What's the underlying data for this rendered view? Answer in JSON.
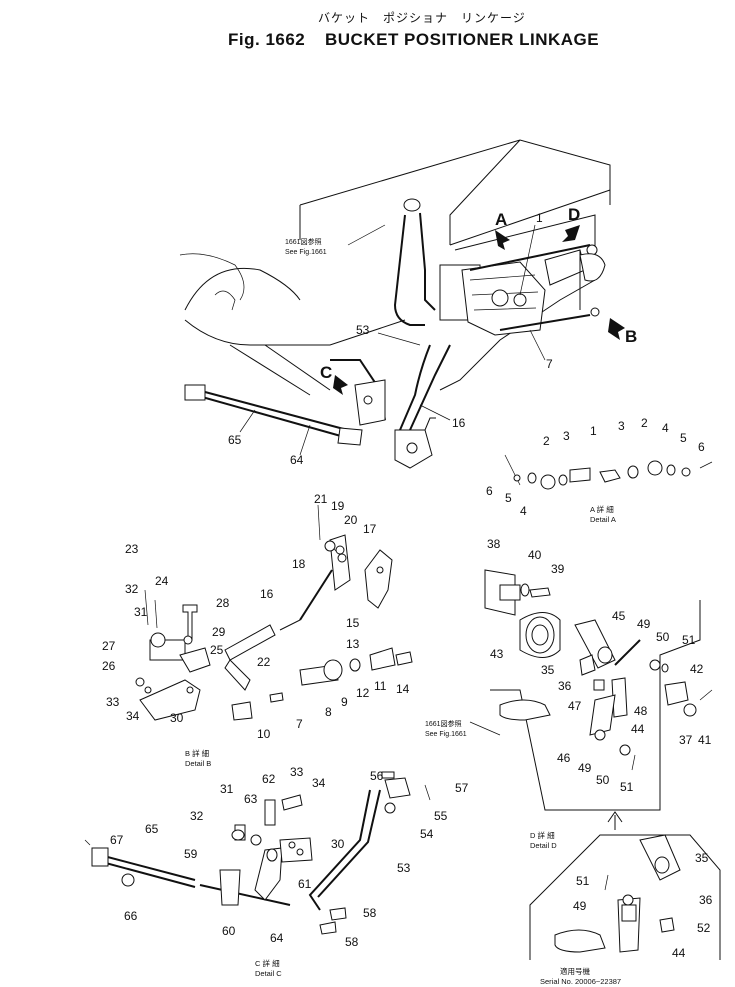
{
  "header": {
    "jp_title": "バケット　ポジショナ　リンケージ",
    "fig_label": "Fig. 1662",
    "title": "BUCKET POSITIONER LINKAGE"
  },
  "refs": {
    "ref1": {
      "jp": "1661図参照",
      "en": "See Fig.1661"
    },
    "ref2": {
      "jp": "1661図参照",
      "en": "See Fig.1661"
    }
  },
  "view_letters": {
    "a": "A",
    "b": "B",
    "c": "C",
    "d": "D"
  },
  "details": {
    "a": {
      "jp": "A 詳 細",
      "en": "Detail A"
    },
    "b": {
      "jp": "B 詳 細",
      "en": "Detail B"
    },
    "c": {
      "jp": "C 詳 細",
      "en": "Detail C"
    },
    "d": {
      "jp": "D 詳 細",
      "en": "Detail D"
    }
  },
  "serial": {
    "jp": "適用号機",
    "en": "Serial No. 20006~22387"
  },
  "callouts": {
    "main": [
      "1",
      "53",
      "7",
      "16",
      "65",
      "64"
    ],
    "detail_a": [
      "6",
      "5",
      "2",
      "3",
      "1",
      "4",
      "3",
      "2",
      "4",
      "5",
      "6"
    ],
    "detail_b": [
      "21",
      "19",
      "20",
      "17",
      "18",
      "16",
      "23",
      "32",
      "24",
      "31",
      "28",
      "29",
      "27",
      "25",
      "26",
      "22",
      "15",
      "13",
      "33",
      "34",
      "30",
      "10",
      "7",
      "8",
      "9",
      "12",
      "11",
      "14"
    ],
    "detail_c": [
      "62",
      "33",
      "34",
      "31",
      "63",
      "32",
      "30",
      "65",
      "67",
      "59",
      "61",
      "66",
      "60",
      "64",
      "58",
      "58",
      "56",
      "57",
      "55",
      "54",
      "53"
    ],
    "detail_d": [
      "38",
      "40",
      "39",
      "43",
      "45",
      "49",
      "50",
      "51",
      "35",
      "36",
      "47",
      "48",
      "44",
      "46",
      "49",
      "50",
      "51",
      "42",
      "37",
      "41"
    ],
    "serial_box": [
      "35",
      "51",
      "36",
      "49",
      "52",
      "44"
    ]
  }
}
